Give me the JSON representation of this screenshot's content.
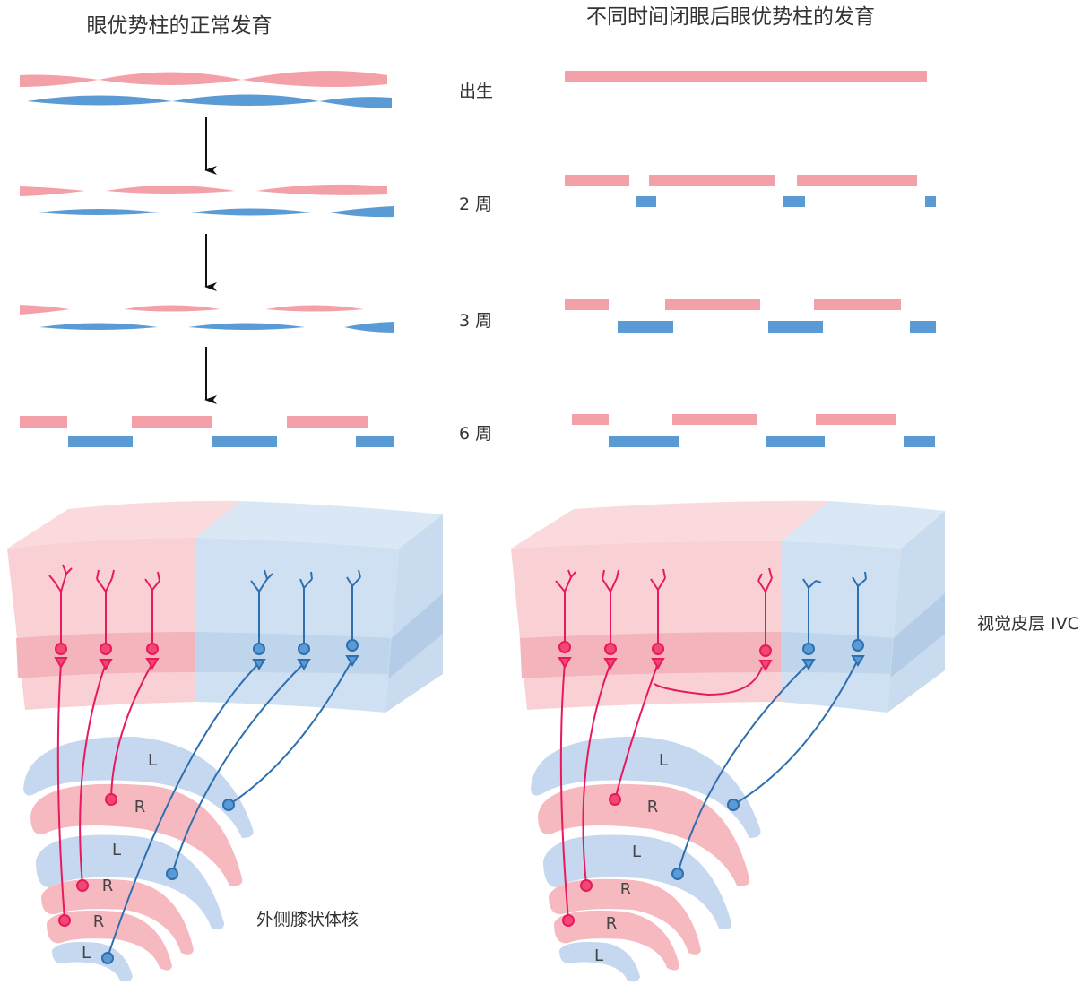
{
  "titles": {
    "normal": "眼优势柱的正常发育",
    "deprived": "不同时间闭眼后眼优势柱的发育"
  },
  "stages": [
    "出生",
    "2 周",
    "3 周",
    "6 周"
  ],
  "labels": {
    "cortex": "视觉皮层 IVC",
    "lgn": "外侧膝状体核"
  },
  "lgn_layers": [
    "L",
    "R",
    "L",
    "R",
    "R",
    "L"
  ],
  "colors": {
    "right_eye": "#f4a0a9",
    "left_eye": "#5b9bd5",
    "right_axon": "#e8195e",
    "left_axon": "#2e6fb0",
    "pink_cortex": "#f9d0d4",
    "blue_cortex": "#cfe0f2"
  }
}
